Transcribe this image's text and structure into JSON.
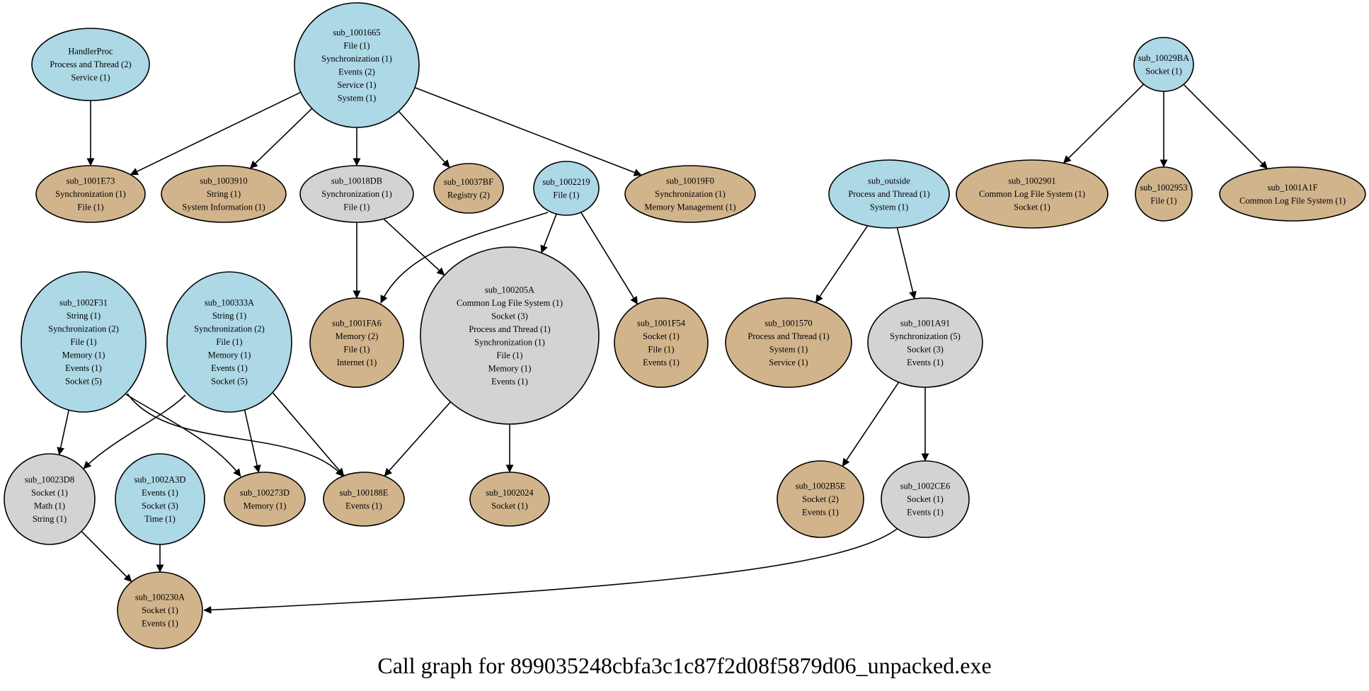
{
  "title": "Call graph for 899035248cbfa3c1c87f2d08f5879d06_unpacked.exe",
  "colors": {
    "root": "#add8e6",
    "intermediate": "#d3d3d3",
    "leaf": "#d2b48c",
    "stroke": "#000000"
  },
  "nodes": [
    {
      "id": "HandlerProc",
      "kind": "root",
      "apis": [
        "Process and Thread (2)",
        "Service (1)"
      ]
    },
    {
      "id": "sub_1001665",
      "kind": "root",
      "apis": [
        "File (1)",
        "Synchronization (1)",
        "Events (2)",
        "Service (1)",
        "System (1)"
      ]
    },
    {
      "id": "sub_10029BA",
      "kind": "root",
      "apis": [
        "Socket (1)"
      ]
    },
    {
      "id": "sub_1001E73",
      "kind": "leaf",
      "apis": [
        "Synchronization (1)",
        "File (1)"
      ]
    },
    {
      "id": "sub_1003910",
      "kind": "leaf",
      "apis": [
        "String (1)",
        "System Information (1)"
      ]
    },
    {
      "id": "sub_10018DB",
      "kind": "intermediate",
      "apis": [
        "Synchronization (1)",
        "File (1)"
      ]
    },
    {
      "id": "sub_10037BF",
      "kind": "leaf",
      "apis": [
        "Registry (2)"
      ]
    },
    {
      "id": "sub_1002219",
      "kind": "root",
      "apis": [
        "File (1)"
      ]
    },
    {
      "id": "sub_10019F0",
      "kind": "leaf",
      "apis": [
        "Synchronization (1)",
        "Memory Management (1)"
      ]
    },
    {
      "id": "sub_outside",
      "kind": "root",
      "apis": [
        "Process and Thread (1)",
        "System (1)"
      ]
    },
    {
      "id": "sub_1002901",
      "kind": "leaf",
      "apis": [
        "Common Log File System (1)",
        "Socket (1)"
      ]
    },
    {
      "id": "sub_1002953",
      "kind": "leaf",
      "apis": [
        "File (1)"
      ]
    },
    {
      "id": "sub_1001A1F",
      "kind": "leaf",
      "apis": [
        "Common Log File System (1)"
      ]
    },
    {
      "id": "sub_1002F31",
      "kind": "root",
      "apis": [
        "String (1)",
        "Synchronization (2)",
        "File (1)",
        "Memory (1)",
        "Events (1)",
        "Socket (5)"
      ]
    },
    {
      "id": "sub_100333A",
      "kind": "root",
      "apis": [
        "String (1)",
        "Synchronization (2)",
        "File (1)",
        "Memory (1)",
        "Events (1)",
        "Socket (5)"
      ]
    },
    {
      "id": "sub_1001FA6",
      "kind": "leaf",
      "apis": [
        "Memory (2)",
        "File (1)",
        "Internet (1)"
      ]
    },
    {
      "id": "sub_100205A",
      "kind": "intermediate",
      "apis": [
        "Common Log File System (1)",
        "Socket (3)",
        "Process and Thread (1)",
        "Synchronization (1)",
        "File (1)",
        "Memory (1)",
        "Events (1)"
      ]
    },
    {
      "id": "sub_1001F54",
      "kind": "leaf",
      "apis": [
        "Socket (1)",
        "File (1)",
        "Events (1)"
      ]
    },
    {
      "id": "sub_1001570",
      "kind": "leaf",
      "apis": [
        "Process and Thread (1)",
        "System (1)",
        "Service (1)"
      ]
    },
    {
      "id": "sub_1001A91",
      "kind": "intermediate",
      "apis": [
        "Synchronization (5)",
        "Socket (3)",
        "Events (1)"
      ]
    },
    {
      "id": "sub_10023D8",
      "kind": "intermediate",
      "apis": [
        "Socket (1)",
        "Math (1)",
        "String (1)"
      ]
    },
    {
      "id": "sub_1002A3D",
      "kind": "root",
      "apis": [
        "Events (1)",
        "Socket (3)",
        "Time (1)"
      ]
    },
    {
      "id": "sub_100273D",
      "kind": "leaf",
      "apis": [
        "Memory (1)"
      ]
    },
    {
      "id": "sub_100188E",
      "kind": "leaf",
      "apis": [
        "Events (1)"
      ]
    },
    {
      "id": "sub_1002024",
      "kind": "leaf",
      "apis": [
        "Socket (1)"
      ]
    },
    {
      "id": "sub_1002B5E",
      "kind": "leaf",
      "apis": [
        "Socket (2)",
        "Events (1)"
      ]
    },
    {
      "id": "sub_1002CE6",
      "kind": "intermediate",
      "apis": [
        "Socket (1)",
        "Events (1)"
      ]
    },
    {
      "id": "sub_100230A",
      "kind": "leaf",
      "apis": [
        "Socket (1)",
        "Events (1)"
      ]
    }
  ],
  "edges": [
    {
      "from": "HandlerProc",
      "to": "sub_1001E73"
    },
    {
      "from": "sub_1001665",
      "to": "sub_1001E73"
    },
    {
      "from": "sub_1001665",
      "to": "sub_1003910"
    },
    {
      "from": "sub_1001665",
      "to": "sub_10018DB"
    },
    {
      "from": "sub_1001665",
      "to": "sub_10037BF"
    },
    {
      "from": "sub_1001665",
      "to": "sub_10019F0"
    },
    {
      "from": "sub_10029BA",
      "to": "sub_1002901"
    },
    {
      "from": "sub_10029BA",
      "to": "sub_1002953"
    },
    {
      "from": "sub_10029BA",
      "to": "sub_1001A1F"
    },
    {
      "from": "sub_10018DB",
      "to": "sub_1001FA6"
    },
    {
      "from": "sub_10018DB",
      "to": "sub_100205A"
    },
    {
      "from": "sub_1002219",
      "to": "sub_1001FA6"
    },
    {
      "from": "sub_1002219",
      "to": "sub_100205A"
    },
    {
      "from": "sub_1002219",
      "to": "sub_1001F54"
    },
    {
      "from": "sub_outside",
      "to": "sub_1001570"
    },
    {
      "from": "sub_outside",
      "to": "sub_1001A91"
    },
    {
      "from": "sub_1002F31",
      "to": "sub_10023D8"
    },
    {
      "from": "sub_1002F31",
      "to": "sub_100273D"
    },
    {
      "from": "sub_1002F31",
      "to": "sub_100188E"
    },
    {
      "from": "sub_100333A",
      "to": "sub_10023D8"
    },
    {
      "from": "sub_100333A",
      "to": "sub_100273D"
    },
    {
      "from": "sub_100333A",
      "to": "sub_100188E"
    },
    {
      "from": "sub_100205A",
      "to": "sub_100188E"
    },
    {
      "from": "sub_100205A",
      "to": "sub_1002024"
    },
    {
      "from": "sub_1001A91",
      "to": "sub_1002B5E"
    },
    {
      "from": "sub_1001A91",
      "to": "sub_1002CE6"
    },
    {
      "from": "sub_10023D8",
      "to": "sub_100230A"
    },
    {
      "from": "sub_1002A3D",
      "to": "sub_100230A"
    },
    {
      "from": "sub_1002CE6",
      "to": "sub_100230A"
    }
  ]
}
